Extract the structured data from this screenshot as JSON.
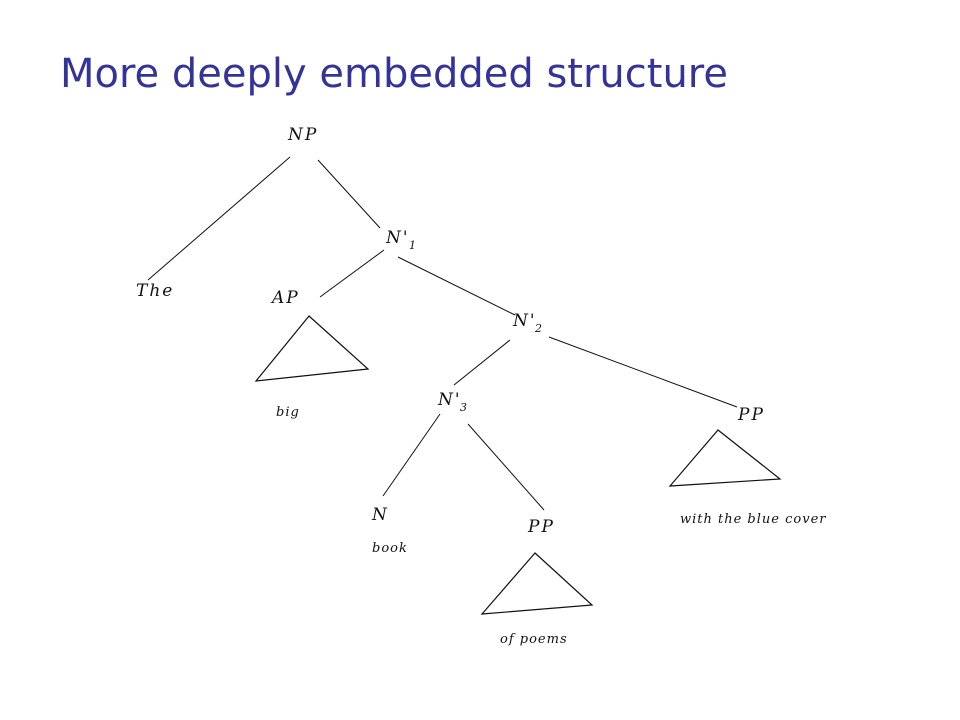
{
  "title": "More deeply embedded structure",
  "tree": {
    "np": {
      "label": "NP"
    },
    "the": {
      "label": "The"
    },
    "n1": {
      "label": "N'",
      "sub": "1"
    },
    "ap": {
      "label": "AP"
    },
    "big": {
      "label": "big"
    },
    "n2": {
      "label": "N'",
      "sub": "2"
    },
    "n3": {
      "label": "N'",
      "sub": "3"
    },
    "pp_right": {
      "label": "PP"
    },
    "with_the_blue_cover": {
      "label": "with the blue cover"
    },
    "n": {
      "label": "N"
    },
    "book": {
      "label": "book"
    },
    "pp_lower": {
      "label": "PP"
    },
    "of_poems": {
      "label": "of poems"
    }
  }
}
